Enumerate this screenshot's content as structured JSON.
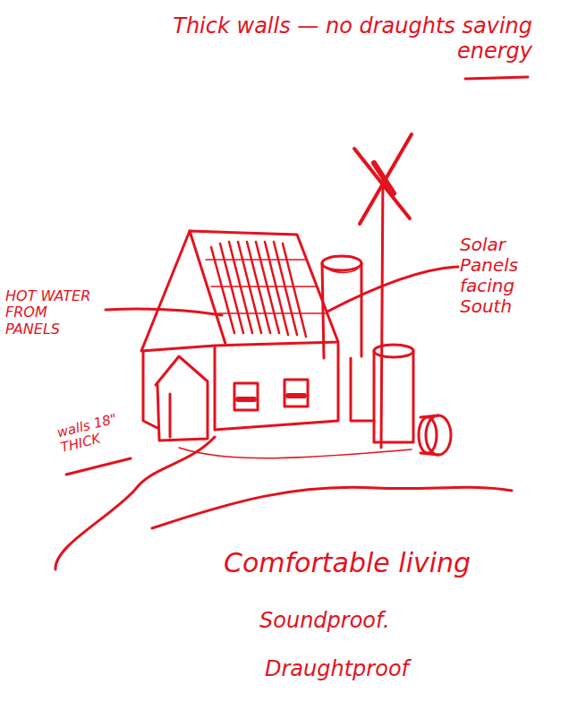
{
  "diagram": {
    "labels": [
      "Thick walls — no draughts saving energy",
      "Solar Panels facing South",
      "HOT WATER FROM PANELS",
      "walls 18\" THICK",
      "Comfortable living",
      "Soundproof.",
      "Draughtproof"
    ]
  }
}
